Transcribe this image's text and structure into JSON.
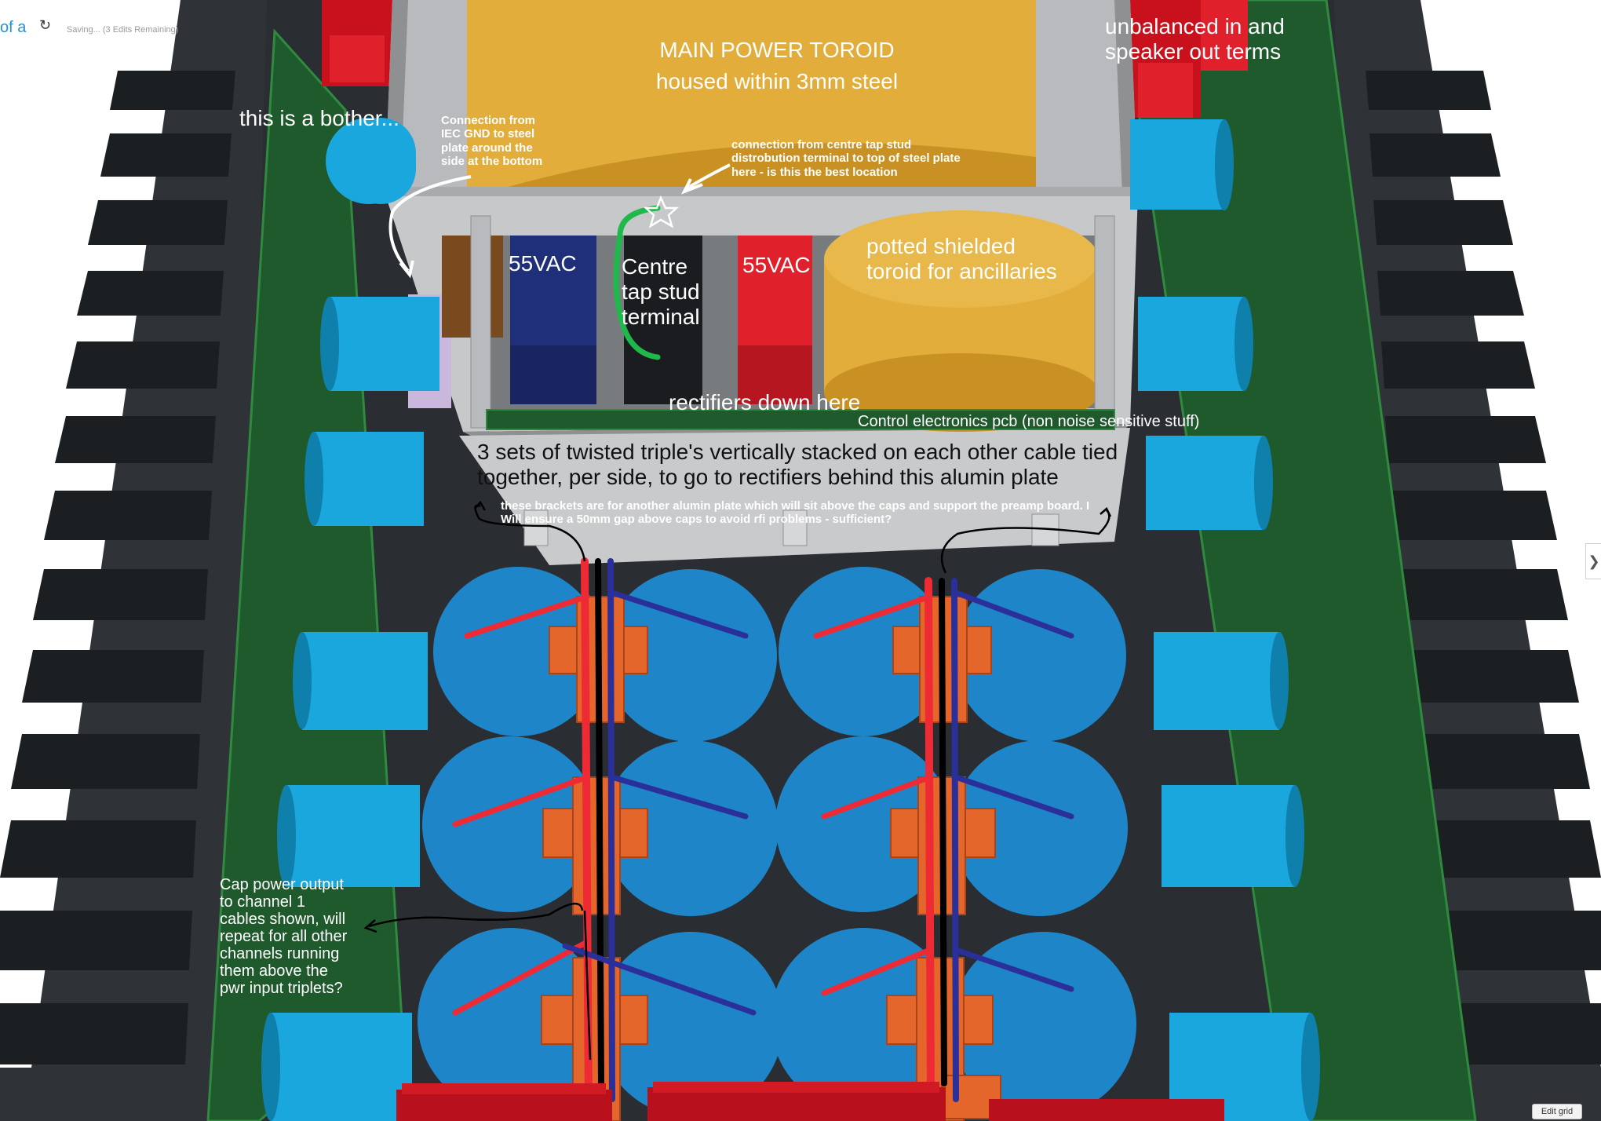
{
  "app": {
    "title_fragment": "of a",
    "status_text": "Saving... (3 Edits Remaining)",
    "edit_grid_label": "Edit grid",
    "side_panel_toggle_glyph": "❯",
    "refresh_icon_glyph": "↻"
  },
  "annotations": {
    "main_toroid_line1": "MAIN POWER TOROID",
    "main_toroid_line2": "housed within 3mm steel",
    "terms_line1": "unbalanced in and",
    "terms_line2": "speaker out terms",
    "bother": "this is a bother...",
    "iec_gnd_line1": "Connection from",
    "iec_gnd_line2": "IEC GND to steel",
    "iec_gnd_line3": "plate around the",
    "iec_gnd_line4": "side at the bottom",
    "centre_tap_conn_line1": "connection from centre tap stud",
    "centre_tap_conn_line2": "distrobution terminal to top of steel plate",
    "centre_tap_conn_line3": "here - is this the best location",
    "vac_left": "55VAC",
    "vac_right": "55VAC",
    "centre_tap_line1": "Centre",
    "centre_tap_line2": "tap stud",
    "centre_tap_line3": "terminal",
    "potted_line1": "potted shielded",
    "potted_line2": "toroid for ancillaries",
    "rectifiers": "rectifiers down here",
    "control_pcb": "Control electronics pcb (non noise sensitive stuff)",
    "triples_line1": "3 sets of twisted triple's vertically stacked on each other cable tied",
    "triples_line2": "together, per side, to go to rectifiers behind this alumin plate",
    "brackets_line1": "these brackets are for another alumin plate which will sit above the caps and support the preamp board. I",
    "brackets_line2": "Will ensure a 50mm gap above caps to avoid rfi problems - sufficient?",
    "cap_output_line1": "Cap power output",
    "cap_output_line2": "to channel 1",
    "cap_output_line3": "cables shown, will",
    "cap_output_line4": "repeat for all other",
    "cap_output_line5": "channels running",
    "cap_output_line6": "them above the",
    "cap_output_line7": "pwr input triplets?"
  },
  "colors": {
    "heatsink": "#2f3338",
    "heatsink_dark": "#1c1f22",
    "chassis_floor": "#2a2d31",
    "pcb_green": "#1f5a2c",
    "pcb_green_edge": "#2f8a40",
    "steel_plate": "#c7c8ca",
    "steel_plate_dark": "#8f9092",
    "toroid_gold": "#e2ad3a",
    "toroid_gold_dark": "#b88420",
    "cyan_cap": "#1aa7dd",
    "cyan_cap_dark": "#0f7fac",
    "blue_cap": "#1e86c8",
    "blue_cap_dark": "#135f92",
    "navy_block": "#1f2f7a",
    "red_block": "#e0202a",
    "orange_bracket": "#e4662a",
    "wire_red": "#ee2a35",
    "wire_blue": "#2b2f9a",
    "wire_black": "#000000",
    "wire_green": "#1fb84a",
    "brown_block": "#7a4a1f",
    "lavender_block": "#c9b7dd"
  },
  "icons": {
    "refresh": "refresh-icon",
    "chevron": "chevron-right-icon",
    "star": "star-icon"
  }
}
